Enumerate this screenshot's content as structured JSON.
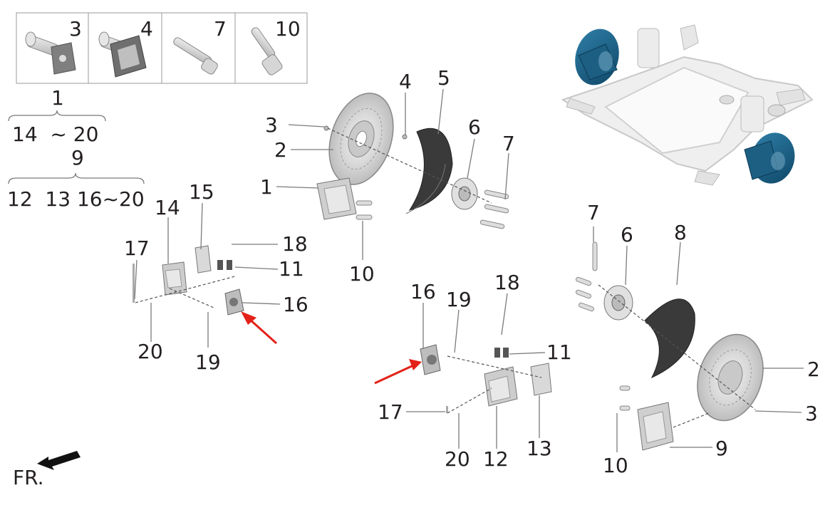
{
  "legend": {
    "cells": [
      {
        "num": "3",
        "icon": "bolt-washer-icon"
      },
      {
        "num": "4",
        "icon": "bolt-plate-icon"
      },
      {
        "num": "7",
        "icon": "cap-screw-icon"
      },
      {
        "num": "10",
        "icon": "hex-socket-bolt-icon"
      }
    ],
    "group1": {
      "top": "1",
      "bottom": "14  ~ 20"
    },
    "group9": {
      "top": "9",
      "bottom": "12  13 16~20"
    }
  },
  "callouts": {
    "lf_3": "3",
    "lf_2": "2",
    "lf_1": "1",
    "lf_4": "4",
    "lf_5": "5",
    "lf_6": "6",
    "lf_7": "7",
    "lf_10": "10",
    "a_15": "15",
    "a_14": "14",
    "a_17": "17",
    "a_18": "18",
    "a_11": "11",
    "a_16": "16",
    "a_20": "20",
    "a_19": "19",
    "b_16": "16",
    "b_19": "19",
    "b_18": "18",
    "b_11": "11",
    "b_17": "17",
    "b_20": "20",
    "b_12": "12",
    "b_13": "13",
    "r_7": "7",
    "r_6": "6",
    "r_8": "8",
    "r_2": "2",
    "r_3": "3",
    "r_9": "9",
    "r_10": "10"
  },
  "orientation": {
    "label": "FR."
  },
  "colors": {
    "highlight": "#1c5f82",
    "arrow": "#e32119",
    "ink": "#231f20",
    "part": "#d4d4d4"
  }
}
